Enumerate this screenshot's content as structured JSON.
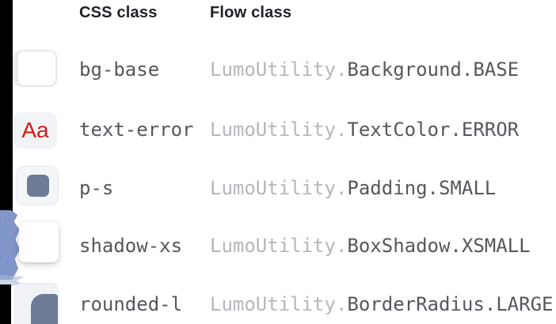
{
  "header": {
    "css_col": "CSS class",
    "flow_col": "Flow class"
  },
  "rows": [
    {
      "css_class": "bg-base",
      "flow_prefix": "LumoUtility.",
      "flow_member": "Background.BASE"
    },
    {
      "css_class": "text-error",
      "flow_prefix": "LumoUtility.",
      "flow_member": "TextColor.ERROR",
      "preview_text": "Aa"
    },
    {
      "css_class": "p-s",
      "flow_prefix": "LumoUtility.",
      "flow_member": "Padding.SMALL"
    },
    {
      "css_class": "shadow-xs",
      "flow_prefix": "LumoUtility.",
      "flow_member": "BoxShadow.XSMALL"
    },
    {
      "css_class": "rounded-l",
      "flow_prefix": "LumoUtility.",
      "flow_member": "BorderRadius.LARGE"
    }
  ],
  "colors": {
    "error_red": "#cf1d15",
    "swatch_slate": "#6e7b97",
    "code_muted_prefix": "#b5b7bc",
    "code_text": "#54575c",
    "header_text": "#1e2126",
    "icon_box_bg": "#f2f3f6"
  }
}
